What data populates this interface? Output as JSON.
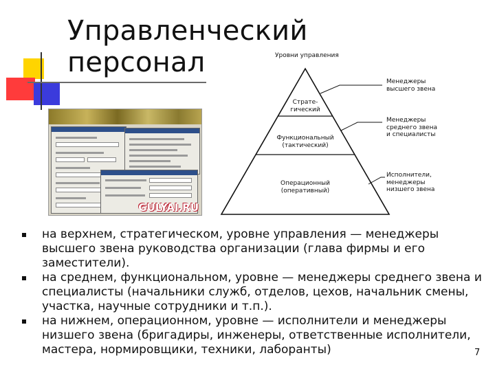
{
  "slide": {
    "title": "Управленческий персонал",
    "page_number": "7"
  },
  "screenshot": {
    "wordmark": "GULYAI.RU"
  },
  "diagram": {
    "title": "Уровни управления",
    "tiers": [
      "Страте-\nгический",
      "Функциональный\n(тактический)",
      "Операционный\n(оперативный)"
    ],
    "roles": [
      "Менеджеры\nвысшего звена",
      "Менеджеры\nсреднего звена\nи специалисты",
      "Исполнители,\nменеджеры\nнизшего звена"
    ]
  },
  "bullets": [
    "на верхнем, стратегическом, уровне управления — менеджеры высшего звена руководства организации (глава фирмы и его заместители).",
    "на среднем, функциональном, уровне — менеджеры среднего звена и специалисты (начальники служб, отделов, цехов, начальник смены, участка, научные сотрудники и т.п.).",
    "на нижнем, операционном, уровне — исполнители и менеджеры низшего звена (бригадиры, инженеры, ответственные исполнители, мастера, нормировщики, техники, лаборанты)"
  ]
}
